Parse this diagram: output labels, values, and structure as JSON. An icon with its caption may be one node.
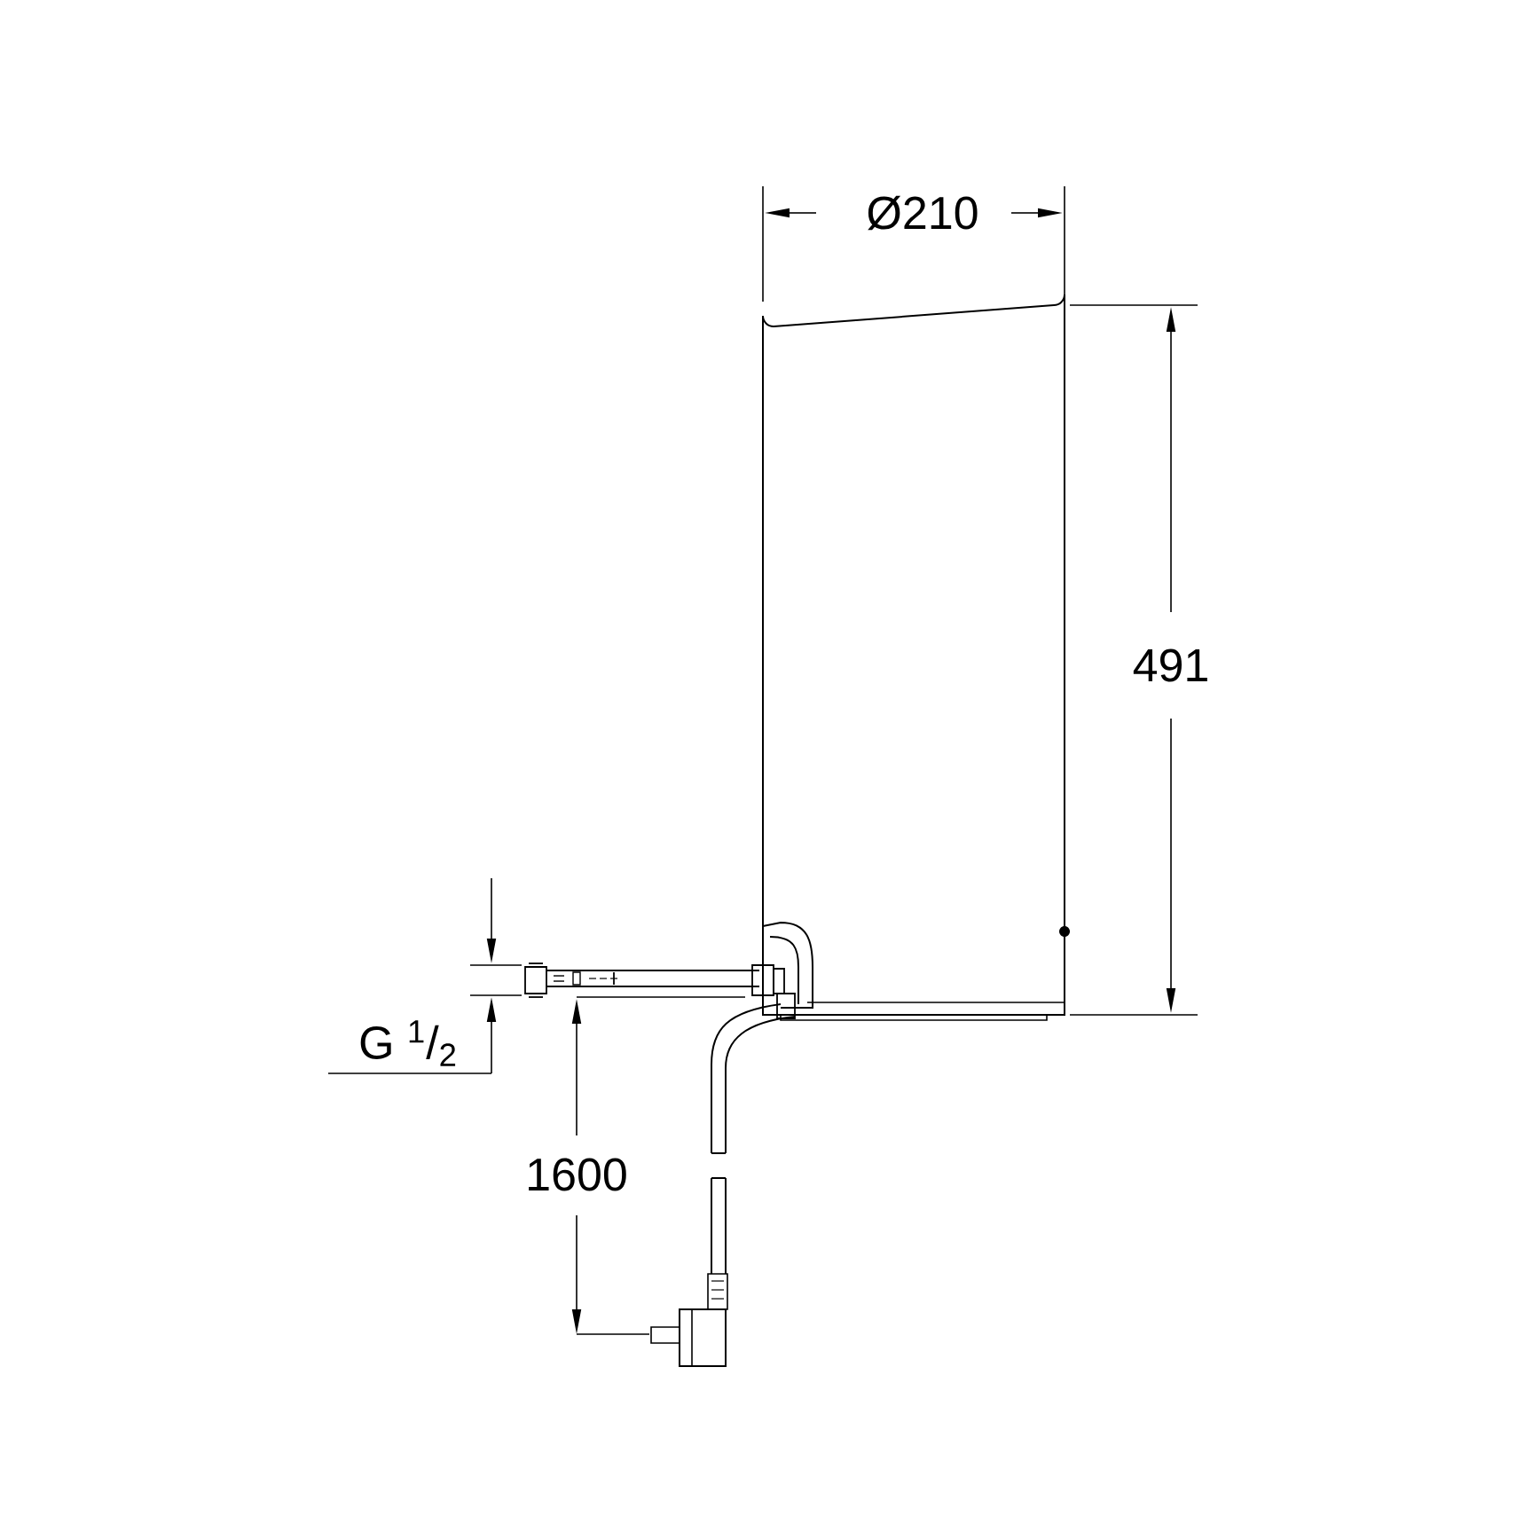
{
  "diagram": {
    "labels": [
      "Ø210",
      "491",
      "G $^{1}$/$_{2}$",
      "1600"
    ]
  }
}
